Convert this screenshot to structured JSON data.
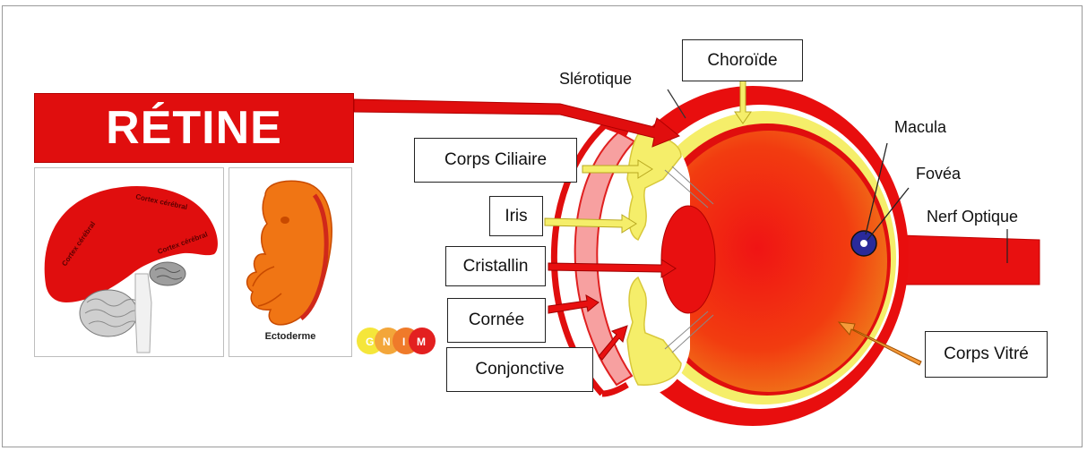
{
  "banner": {
    "title": "RÉTINE"
  },
  "brain_panel": {
    "cortex_labels": [
      "Cortex cérébral",
      "Cortex cérébral",
      "Cortex cérébral"
    ]
  },
  "embryo_panel": {
    "label": "Ectoderme"
  },
  "logo": {
    "letters": [
      "G",
      "N",
      "I",
      "M"
    ]
  },
  "labels": {
    "choroide": "Choroïde",
    "slerotique": "Slérotique",
    "corps_ciliaire": "Corps Ciliaire",
    "iris": "Iris",
    "cristallin": "Cristallin",
    "cornee": "Cornée",
    "conjonctive": "Conjonctive",
    "macula": "Macula",
    "fovea": "Fovéa",
    "nerf_optique": "Nerf Optique",
    "corps_vitre": "Corps Vitré"
  },
  "colors": {
    "retina_red": "#e00e0e",
    "choroid_yellow": "#f5f07a",
    "vitreous_orange": "#f05a14",
    "cornea_pink": "#f7a0a0",
    "fovea_blue": "#2a2a9a"
  }
}
